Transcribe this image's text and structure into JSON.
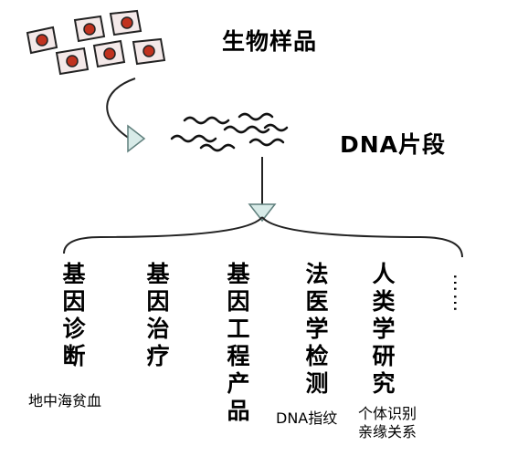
{
  "title_sample": "生物样品",
  "title_dna": "DNA片段",
  "branches": [
    {
      "label": "基因诊断",
      "note": "地中海贫血"
    },
    {
      "label": "基因治疗",
      "note": ""
    },
    {
      "label": "基因工程产品",
      "note": ""
    },
    {
      "label": "法医学检测",
      "note": "DNA指纹"
    },
    {
      "label": "人类学研究",
      "note": "个体识别\n亲缘关系"
    }
  ],
  "ellipsis": "……",
  "colors": {
    "cell_fill": "#f4e9e9",
    "nucleus": "#c0321f",
    "arrow_fill": "#d8ebe8",
    "arrow_stroke": "#5f7f7c"
  }
}
